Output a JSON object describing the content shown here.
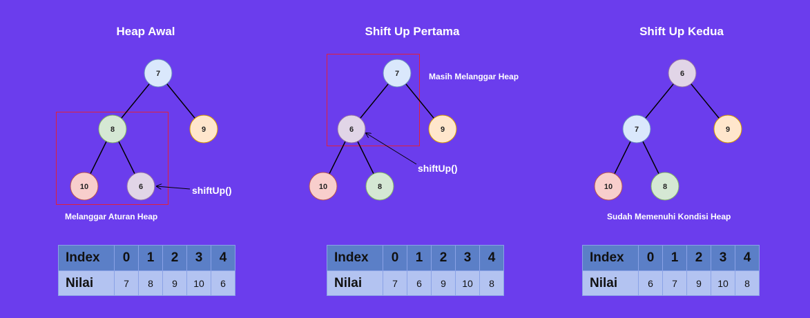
{
  "panels": [
    {
      "title": "Heap Awal",
      "nodes": [
        "7",
        "8",
        "9",
        "10",
        "6"
      ],
      "annotation": "Melanggar Aturan Heap",
      "pointer_label": "shiftUp()",
      "table": {
        "row1_label": "Index",
        "row2_label": "Nilai",
        "index": [
          "0",
          "1",
          "2",
          "3",
          "4"
        ],
        "values": [
          "7",
          "8",
          "9",
          "10",
          "6"
        ]
      }
    },
    {
      "title": "Shift Up Pertama",
      "nodes": [
        "7",
        "6",
        "9",
        "10",
        "8"
      ],
      "annotation": "Masih Melanggar Heap",
      "pointer_label": "shiftUp()",
      "table": {
        "row1_label": "Index",
        "row2_label": "Nilai",
        "index": [
          "0",
          "1",
          "2",
          "3",
          "4"
        ],
        "values": [
          "7",
          "6",
          "9",
          "10",
          "8"
        ]
      }
    },
    {
      "title": "Shift Up Kedua",
      "nodes": [
        "6",
        "7",
        "9",
        "10",
        "8"
      ],
      "annotation": "Sudah Memenuhi Kondisi Heap",
      "table": {
        "row1_label": "Index",
        "row2_label": "Nilai",
        "index": [
          "0",
          "1",
          "2",
          "3",
          "4"
        ],
        "values": [
          "6",
          "7",
          "9",
          "10",
          "8"
        ]
      }
    }
  ],
  "colors": {
    "background": "#6b3ded",
    "node_fills": [
      "#dae8fc",
      "#d5e8d4",
      "#ffe6cc",
      "#f8cecc",
      "#e1d5e7"
    ],
    "node_strokes": [
      "#6c8ebf",
      "#82b366",
      "#d79b00",
      "#b85450",
      "#9673a6"
    ],
    "highlight_box": "#e0213a",
    "table_header": "#5b7fc7",
    "table_values": "#b3c3f1"
  }
}
